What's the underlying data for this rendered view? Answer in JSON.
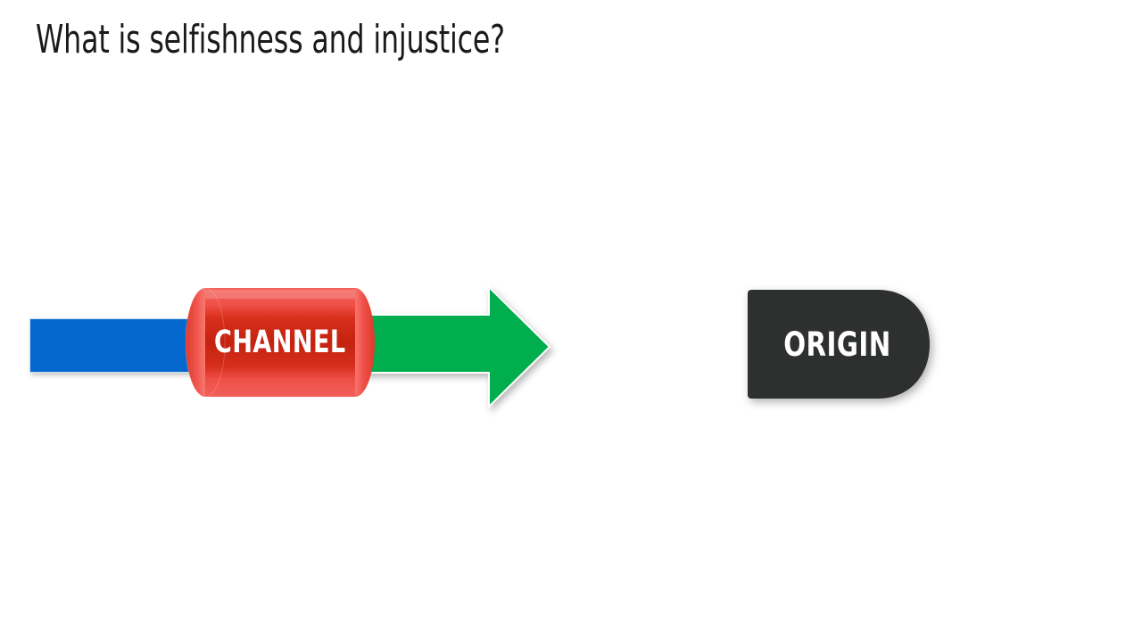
{
  "slide": {
    "title": "What is selfishness and injustice?",
    "background_color": "#ffffff",
    "title_color": "#1a1a1a"
  },
  "diagram": {
    "type": "process-flow",
    "shapes": [
      {
        "id": "input-bar",
        "name": "blue-bar",
        "label": "",
        "shape": "rectangle",
        "color": "#0568ce"
      },
      {
        "id": "channel",
        "name": "red-cylinder",
        "label": "CHANNEL",
        "shape": "cylinder",
        "color": "#d42a17",
        "color_light": "#f0544c",
        "label_color": "#ffffff"
      },
      {
        "id": "output-arrow",
        "name": "green-arrow",
        "label": "",
        "shape": "right-arrow",
        "color": "#00ae4d"
      },
      {
        "id": "origin",
        "name": "origin-shape",
        "label": "ORIGIN",
        "shape": "rounded-delay",
        "color": "#2e3030",
        "label_color": "#ffffff"
      }
    ]
  }
}
